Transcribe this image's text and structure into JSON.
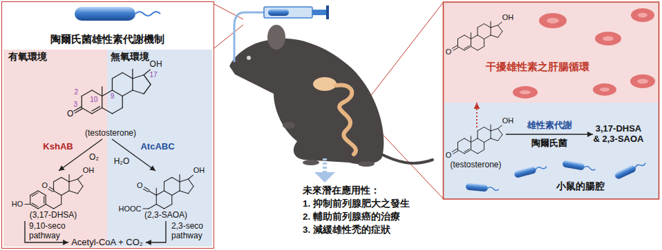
{
  "diagram": {
    "nodes": [
      {
        "text": [
          "陶爾氏菌雄性素代謝機制"
        ]
      },
      {
        "text": [
          "有氧環境"
        ],
        "in": 0
      },
      {
        "text": [
          "無氧環境"
        ],
        "in": 0
      },
      {
        "text": [
          "(testosterone)"
        ],
        "in": 0
      },
      {
        "text": [
          "(3,17-DHSA)"
        ],
        "in": 1
      },
      {
        "text": [
          "(2,3-SAOA)"
        ],
        "in": 2
      },
      {
        "text": [
          "Acetyl-CoA + CO₂"
        ],
        "in": 0
      },
      {
        "text": [
          "干擾雄性素之肝腸循環"
        ]
      },
      {
        "text": [
          "小鼠的腸腔"
        ]
      },
      {
        "text": [
          "(testosterone)"
        ],
        "in": 8
      },
      {
        "text": [
          "3,17-DHSA & 2,3-SAOA"
        ],
        "in": 8
      }
    ],
    "edges": [
      {
        "from": 3,
        "to": 4,
        "arrow": "to",
        "label": "KshAB"
      },
      {
        "from": 3,
        "to": 5,
        "arrow": "to",
        "label": "AtcABC"
      },
      {
        "from": 4,
        "to": 6,
        "arrow": "to",
        "label": "9,10-seco pathway"
      },
      {
        "from": 5,
        "to": 6,
        "arrow": "to",
        "label": "2,3-seco pathway"
      },
      {
        "from": 9,
        "to": 10,
        "arrow": "to",
        "label": "雄性素代謝"
      },
      {
        "from": 9,
        "to": 7,
        "arrow": "to"
      }
    ],
    "labels": [
      "2",
      "3",
      "10",
      "9",
      "17",
      "OH",
      "O",
      "O₂",
      "H₂O",
      "HO",
      "O",
      "OH",
      "HOOC",
      "O",
      "OH",
      "OH",
      "O",
      "OH",
      "O",
      "陶爾氏菌",
      "未來潛在應用性：",
      "1. 抑制前列腺肥大之發生",
      "2. 輔助前列腺癌的治療",
      "3. 減緩雄性禿的症狀"
    ]
  }
}
